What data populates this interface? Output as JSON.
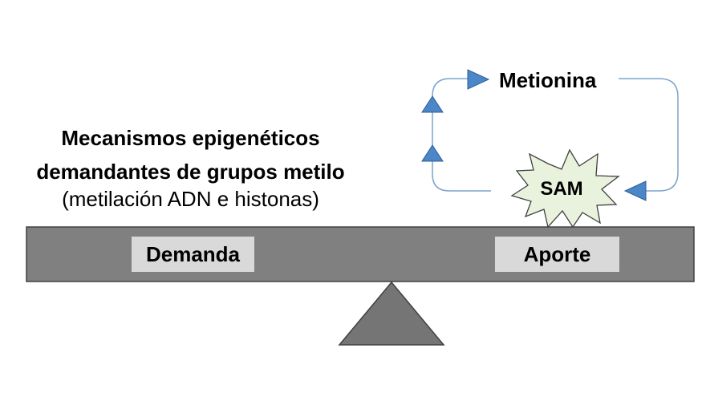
{
  "heading": {
    "line1": "Mecanismos epigenéticos",
    "line2": "demandantes de grupos metilo",
    "line3": "(metilación ADN e histonas)"
  },
  "balance": {
    "left_label": "Demanda",
    "right_label": "Aporte"
  },
  "cycle": {
    "top_label": "Metionina",
    "center_label": "SAM"
  },
  "colors": {
    "beam": "#808080",
    "fulcrum": "#757575",
    "label_box": "#d9d9d9",
    "arrow": "#4a86c8",
    "cycle_line": "#7aa3cc",
    "starburst_fill": "#e8f2dc"
  }
}
